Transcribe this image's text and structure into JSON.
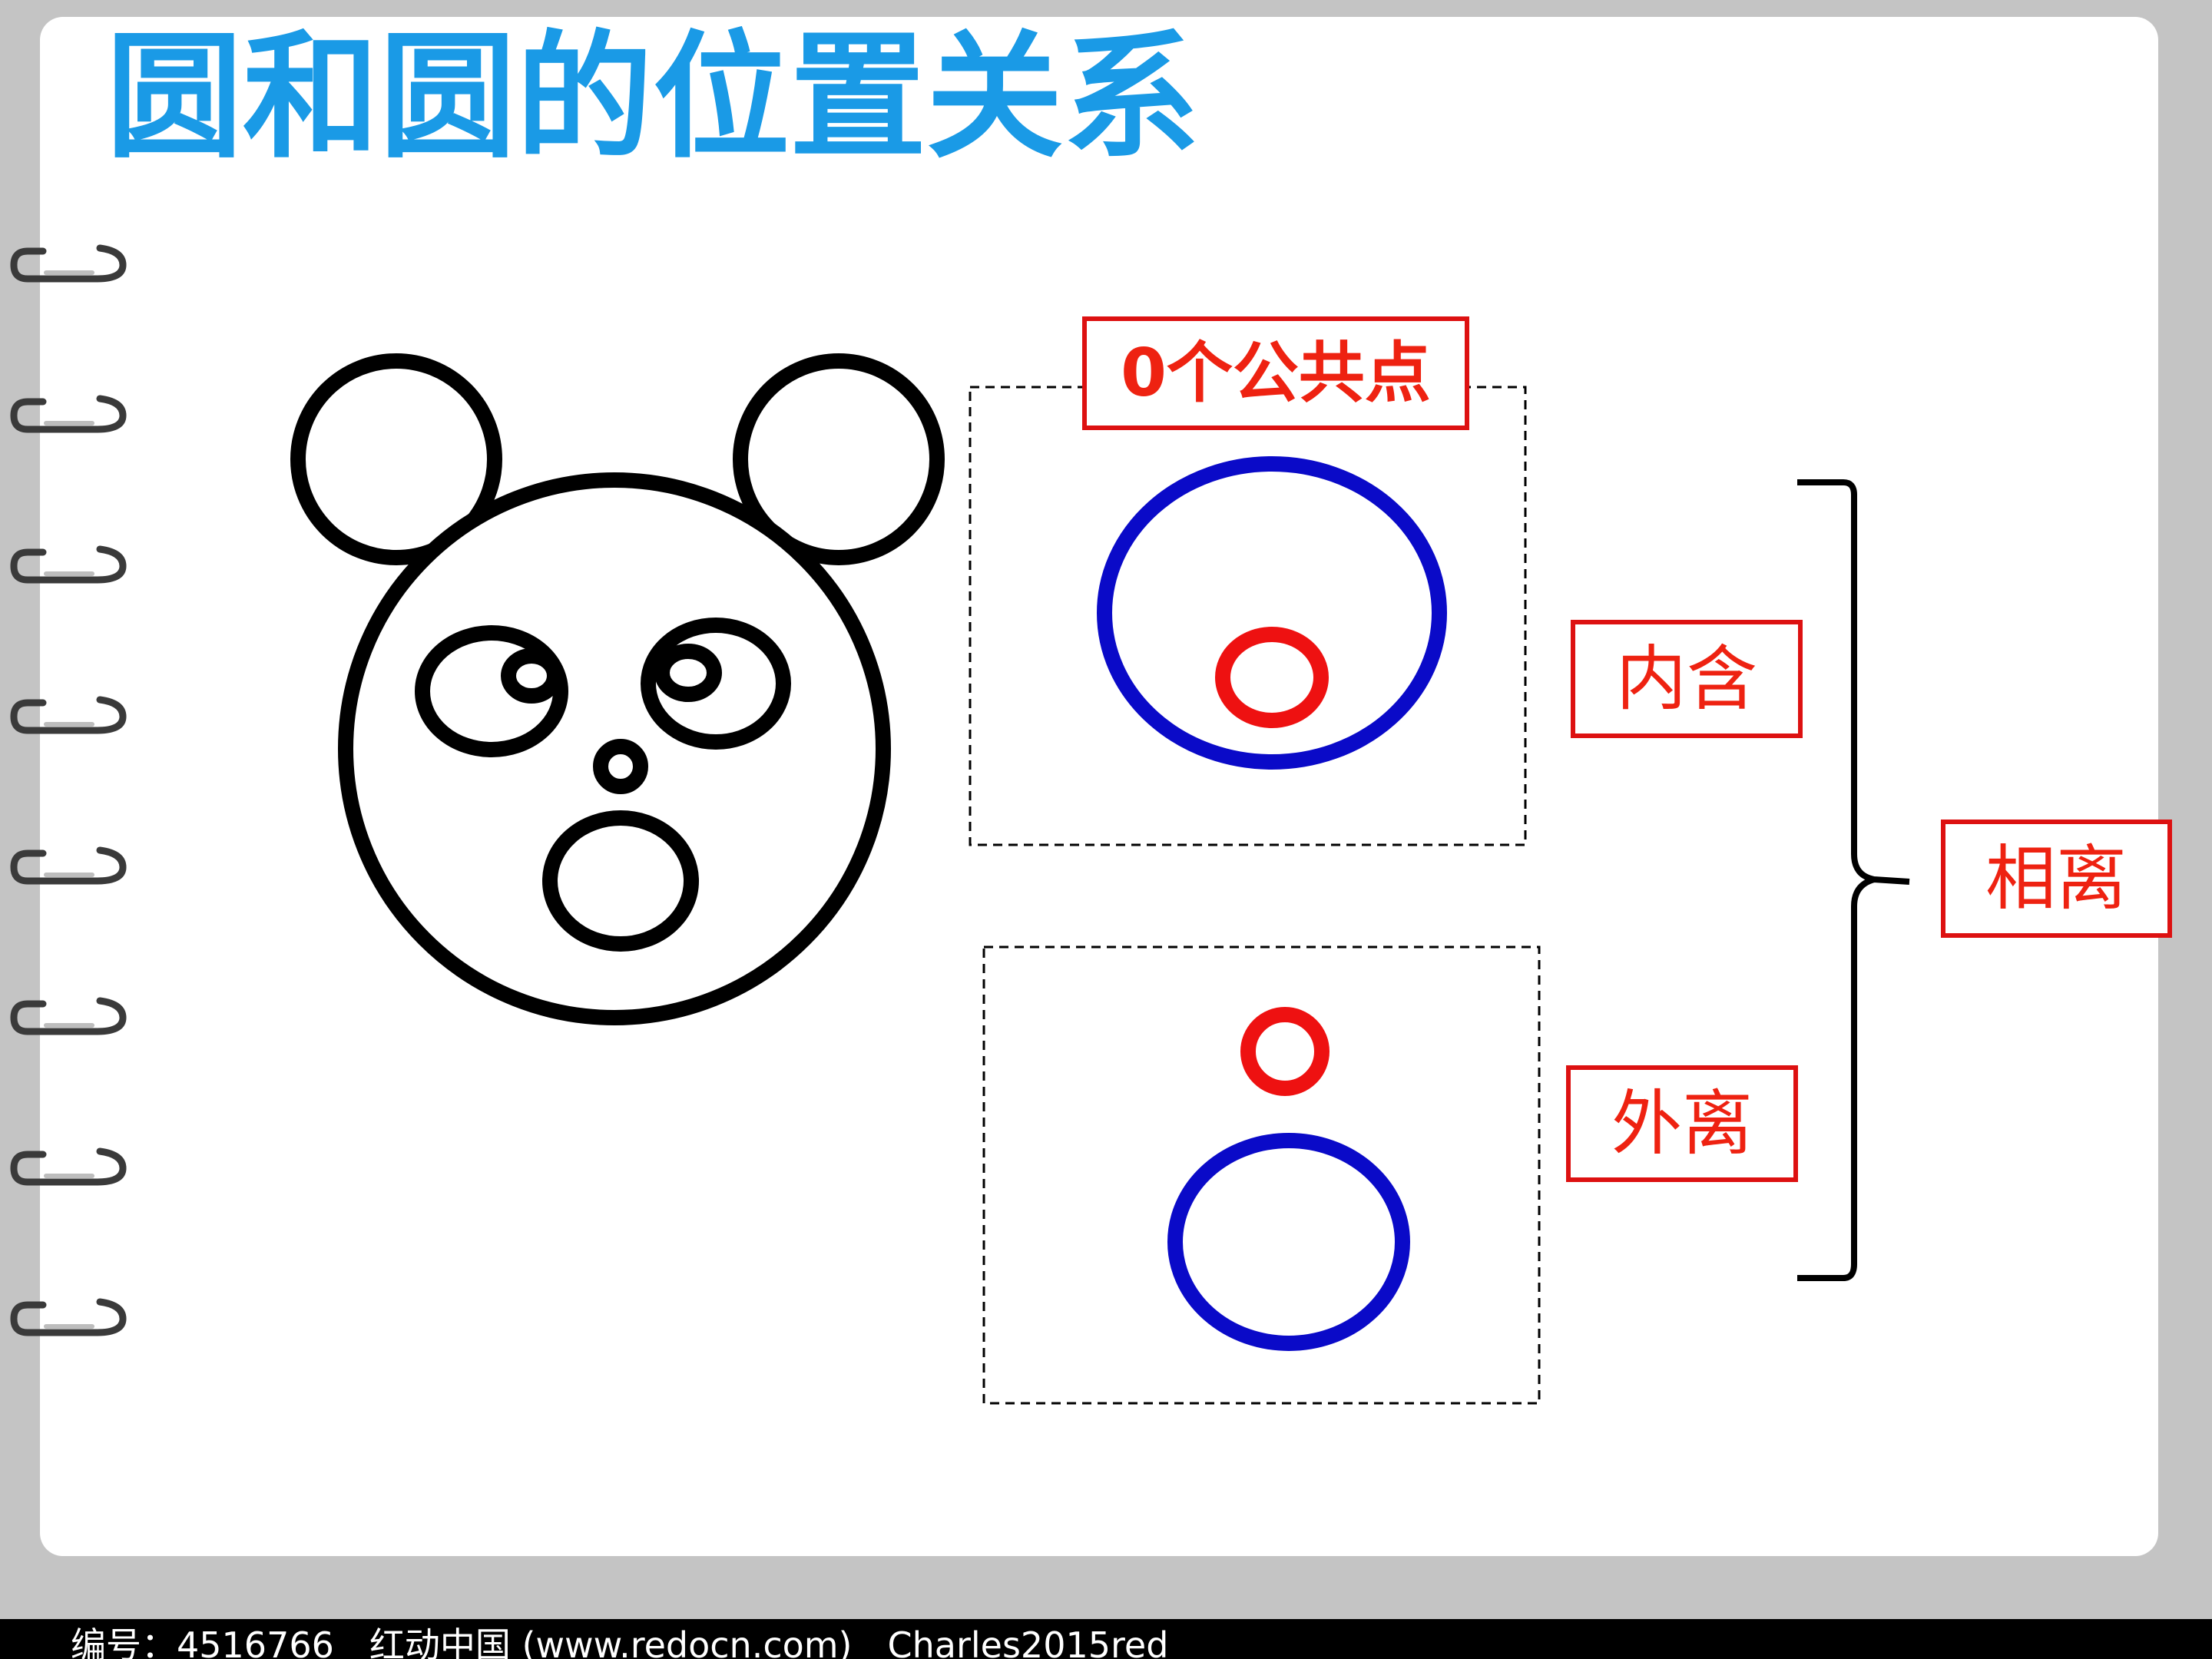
{
  "slide": {
    "title": "圆和圆的位置关系",
    "title_color": "#1a9ae6",
    "labels": {
      "zero_common_points": "0个公共点",
      "containment": "内含",
      "external_separation": "外离",
      "separation": "相离"
    },
    "label_color": "#ee2211",
    "label_border_color": "#dd1111"
  },
  "footer": {
    "text": "编号：4516766　红动中国 (www.redocn.com)　Charles2015red"
  },
  "colors": {
    "outer_circle": "#0a0ac8",
    "inner_circle": "#ee1111",
    "outline": "#000000",
    "page": "#ffffff",
    "background": "#c4c4c4",
    "footer_bar": "#000000",
    "footer_text": "#ffffff"
  },
  "icons": {
    "binder_ring": "binder-ring-icon",
    "panda": "panda-face-icon",
    "brace": "right-brace-icon"
  }
}
